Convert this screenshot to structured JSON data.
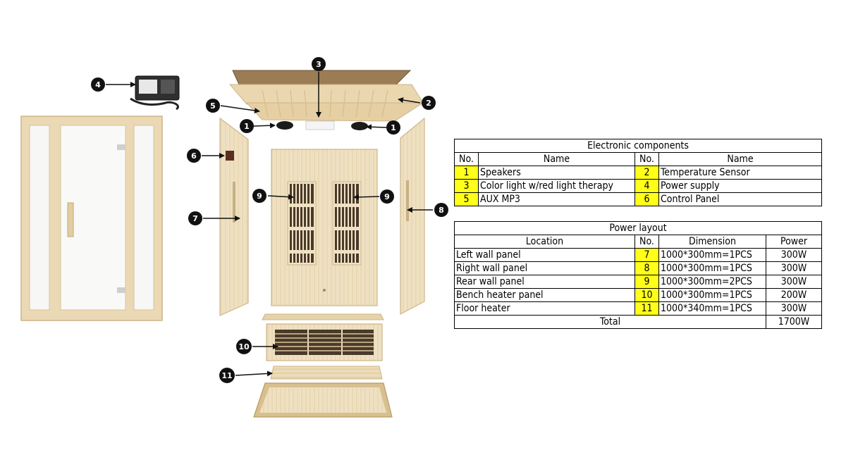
{
  "colors": {
    "wood_light": "#efe2c4",
    "wood_mid": "#e3d0a6",
    "wood_dark": "#c9ae7b",
    "heater_dark": "#4a3a2a",
    "highlight": "#ffff1a",
    "callout": "#111111"
  },
  "callouts": [
    "1",
    "1",
    "2",
    "3",
    "4",
    "5",
    "6",
    "7",
    "8",
    "9",
    "9",
    "10",
    "11"
  ],
  "electronic_components": {
    "title": "Electronic components",
    "headers": [
      "No.",
      "Name",
      "No.",
      "Name"
    ],
    "rows": [
      {
        "no_a": "1",
        "name_a": "Speakers",
        "no_b": "2",
        "name_b": "Temperature Sensor"
      },
      {
        "no_a": "3",
        "name_a": "Color light w/red light therapy",
        "no_b": "4",
        "name_b": "Power supply"
      },
      {
        "no_a": "5",
        "name_a": "AUX MP3",
        "no_b": "6",
        "name_b": "Control Panel"
      }
    ]
  },
  "power_layout": {
    "title": "Power layout",
    "headers": [
      "Location",
      "No.",
      "Dimension",
      "Power"
    ],
    "rows": [
      {
        "location": "Left wall panel",
        "no": "7",
        "dimension": "1000*300mm=1PCS",
        "power": "300W"
      },
      {
        "location": "Right wall panel",
        "no": "8",
        "dimension": "1000*300mm=1PCS",
        "power": "300W"
      },
      {
        "location": "Rear wall panel",
        "no": "9",
        "dimension": "1000*300mm=2PCS",
        "power": "300W"
      },
      {
        "location": "Bench heater panel",
        "no": "10",
        "dimension": "1000*300mm=1PCS",
        "power": "200W"
      },
      {
        "location": "Floor heater",
        "no": "11",
        "dimension": "1000*340mm=1PCS",
        "power": "300W"
      }
    ],
    "total_label": "Total",
    "total_value": "1700W"
  }
}
